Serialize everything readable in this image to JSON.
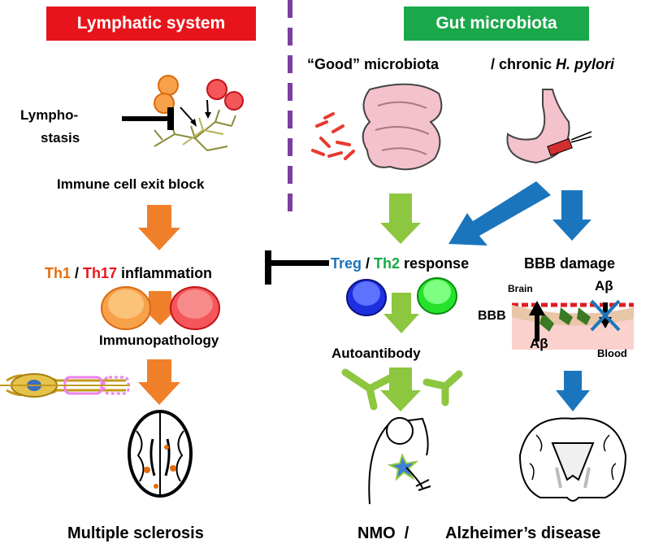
{
  "headers": {
    "left": "Lymphatic system",
    "right": "Gut microbiota"
  },
  "lymphatic": {
    "lympho_stasis_line1": "Lympho-",
    "lympho_stasis_line2": "stasis",
    "exit_block": "Immune cell exit block",
    "th1": "Th1",
    "slash": " / ",
    "th17": "Th17",
    "inflammation": " inflammation",
    "immunopathology": "Immunopathology",
    "disease": "Multiple sclerosis"
  },
  "gut": {
    "good_microbiota": "“Good” microbiota",
    "chronic_prefix": "/ chronic ",
    "h_pylori": "H. pylori",
    "treg": "Treg",
    "slash": " / ",
    "th2": "Th2",
    "response": " response",
    "autoantibody": "Autoantibody",
    "nmo": "NMO  /",
    "bbb_damage": "BBB damage",
    "brain": "Brain",
    "bbb": "BBB",
    "abeta_top": "Aβ",
    "abeta_bottom": "Aβ",
    "blood": "Blood",
    "alzheimers": "Alzheimer’s disease"
  },
  "colors": {
    "lymphatic_header": "#e8141b",
    "gut_header": "#1aa84a",
    "orange_arrow": "#f07f2a",
    "green_arrow": "#8dc63f",
    "blue_arrow": "#1b75bc",
    "divider": "#7b3fa0",
    "th1_text": "#e46c0a",
    "th17_text": "#e8141b",
    "treg_text": "#1b75bc",
    "th2_text": "#1aa84a"
  }
}
